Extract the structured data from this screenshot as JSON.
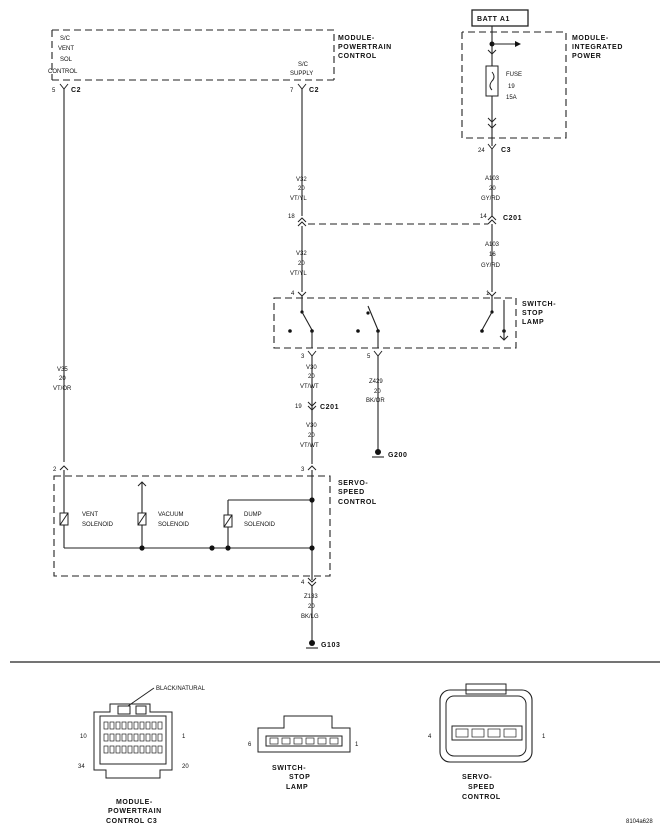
{
  "modules": {
    "powertrain": {
      "line1": "MODULE-",
      "line2": "POWERTRAIN",
      "line3": "CONTROL",
      "pin_vent": "S/C VENT SOL CONTROL",
      "pin_vent_l1": "S/C",
      "pin_vent_l2": "VENT",
      "pin_vent_l3": "SOL",
      "pin_vent_l4": "CONTROL",
      "pin_supply_l1": "S/C",
      "pin_supply_l2": "SUPPLY"
    },
    "integrated": {
      "line1": "MODULE-",
      "line2": "INTEGRATED",
      "line3": "POWER",
      "batt": "BATT A1",
      "fuse_l1": "FUSE",
      "fuse_l2": "19",
      "fuse_l3": "15A"
    },
    "switch": {
      "line1": "SWITCH-",
      "line2": "STOP",
      "line3": "LAMP"
    },
    "servo": {
      "line1": "SERVO-",
      "line2": "SPEED",
      "line3": "CONTROL",
      "vent_l1": "VENT",
      "vent_l2": "SOLENOID",
      "vacuum_l1": "VACUUM",
      "vacuum_l2": "SOLENOID",
      "dump_l1": "DUMP",
      "dump_l2": "SOLENOID"
    }
  },
  "connectors": {
    "c2_vent": {
      "pin": "5",
      "name": "C2"
    },
    "c2_supply": {
      "pin": "7",
      "name": "C2"
    },
    "c3": {
      "pin": "24",
      "name": "C3"
    },
    "c201_a": {
      "pin_left": "18",
      "pin_right": "14",
      "name": "C201"
    },
    "c201_b": {
      "pin": "19",
      "name": "C201"
    },
    "sw_pin4": "4",
    "sw_pin3": "3",
    "sw_pin5": "5",
    "sw_pin1": "1",
    "servo_pin2": "2",
    "servo_pin3": "3",
    "servo_pin4": "4"
  },
  "wires": {
    "v35": {
      "l1": "V35",
      "l2": "20",
      "l3": "VT/OR"
    },
    "v32_a": {
      "l1": "V32",
      "l2": "20",
      "l3": "VT/YL"
    },
    "v32_b": {
      "l1": "V32",
      "l2": "20",
      "l3": "VT/YL"
    },
    "a103_a": {
      "l1": "A103",
      "l2": "20",
      "l3": "GY/RD"
    },
    "a103_b": {
      "l1": "A103",
      "l2": "16",
      "l3": "GY/RD"
    },
    "v30_a": {
      "l1": "V30",
      "l2": "20",
      "l3": "VT/WT"
    },
    "v30_b": {
      "l1": "V30",
      "l2": "20",
      "l3": "VT/WT"
    },
    "z429": {
      "l1": "Z429",
      "l2": "20",
      "l3": "BK/OR"
    },
    "z133": {
      "l1": "Z133",
      "l2": "20",
      "l3": "BK/LG"
    }
  },
  "grounds": {
    "g200": "G200",
    "g103": "G103"
  },
  "connector_views": {
    "pcm": {
      "callout": "BLACK/NATURAL",
      "pin_tl": "10",
      "pin_tr": "1",
      "pin_bl": "34",
      "pin_br": "20",
      "l1": "MODULE-",
      "l2": "POWERTRAIN",
      "l3": "CONTROL C3"
    },
    "switch": {
      "pin_l": "6",
      "pin_r": "1",
      "l1": "SWITCH-",
      "l2": "STOP",
      "l3": "LAMP"
    },
    "servo": {
      "pin_l": "4",
      "pin_r": "1",
      "l1": "SERVO-",
      "l2": "SPEED",
      "l3": "CONTROL"
    }
  },
  "figure_id": "8104a628"
}
